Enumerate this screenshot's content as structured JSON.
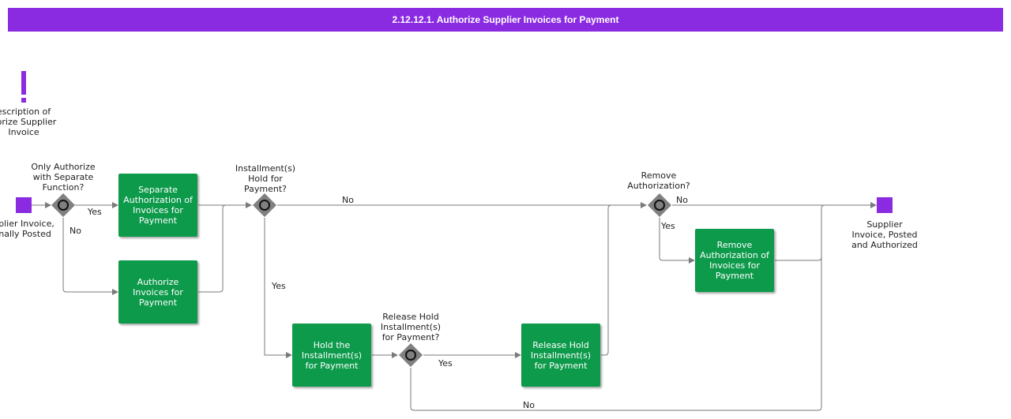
{
  "title": "2.12.12.1. Authorize Supplier Invoices for Payment",
  "annotation": {
    "icon": "exclamation-icon",
    "lines": [
      "escription of",
      "norize Supplier",
      "Invoice"
    ]
  },
  "start_event": {
    "label": [
      "pplier Invoice,",
      "inally Posted"
    ]
  },
  "end_event": {
    "label": [
      "Supplier",
      "Invoice, Posted",
      "and Authorized"
    ]
  },
  "gateways": {
    "g1": {
      "lines": [
        "Only Authorize",
        "with Separate",
        "Function?"
      ]
    },
    "g2": {
      "lines": [
        "Installment(s)",
        "Hold for",
        "Payment?"
      ]
    },
    "g3": {
      "lines": [
        "Release Hold",
        "Installment(s)",
        "for Payment?"
      ]
    },
    "g4": {
      "lines": [
        "Remove",
        "Authorization?"
      ]
    }
  },
  "tasks": {
    "t1": {
      "lines": [
        "Separate",
        "Authorization of",
        "Invoices for",
        "Payment"
      ]
    },
    "t2": {
      "lines": [
        "Authorize",
        "Invoices for",
        "Payment"
      ]
    },
    "t3": {
      "lines": [
        "Hold the",
        "Installment(s)",
        "for Payment"
      ]
    },
    "t4": {
      "lines": [
        "Release Hold",
        "Installment(s)",
        "for Payment"
      ]
    },
    "t5": {
      "lines": [
        "Remove",
        "Authorization of",
        "Invoices for",
        "Payment"
      ]
    }
  },
  "flow_labels": {
    "g1_yes": "Yes",
    "g1_no": "No",
    "g2_no": "No",
    "g2_yes": "Yes",
    "g3_yes": "Yes",
    "g3_no": "No",
    "g4_no": "No",
    "g4_yes": "Yes"
  },
  "colors": {
    "title_bar": "#8a2be2",
    "event": "#8a2be2",
    "task": "#0e9a4c",
    "gateway": "#808080",
    "flow": "#7a7a7a"
  }
}
